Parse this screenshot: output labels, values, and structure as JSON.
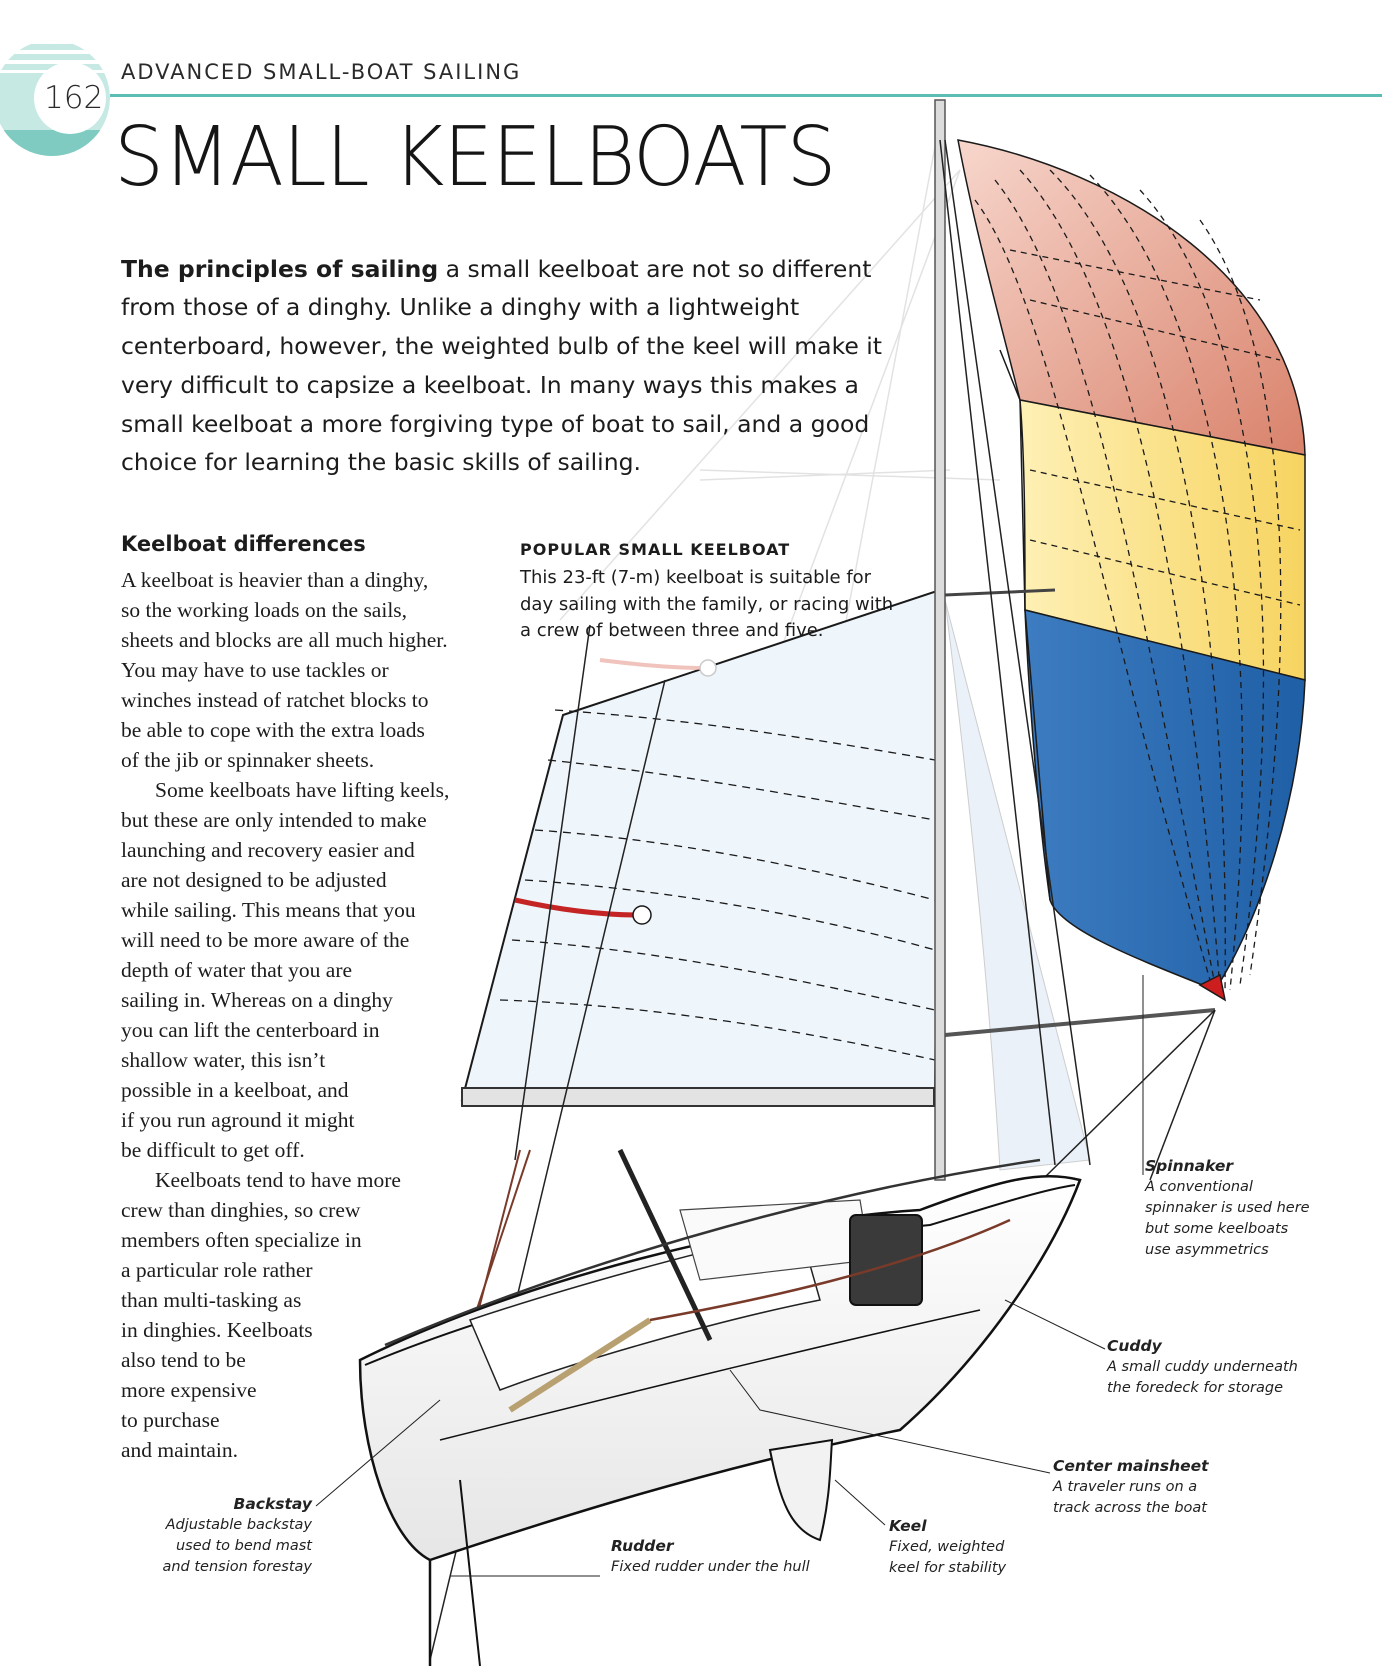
{
  "header": {
    "page_number": "162",
    "section": "ADVANCED SMALL-BOAT SAILING",
    "accent_color": "#5bbdb3"
  },
  "title": "SMALL KEELBOATS",
  "intro": {
    "lead": "The principles of sailing",
    "text": " a small keelboat are not so different from those of a dinghy. Unlike a dinghy with a lightweight centerboard, however, the weighted bulb of the keel will make it very difficult to capsize a keelboat. In many ways this makes a small keelboat a more forgiving type of boat to sail, and a good choice for learning the basic skills of sailing."
  },
  "sidebar": {
    "heading": "Keelboat differences",
    "lines": [
      "A keelboat is heavier than a dinghy,",
      "so the working loads on the sails,",
      "sheets and blocks are all much higher.",
      "You may have to use tackles or",
      "winches instead of ratchet blocks to",
      "be able to cope with the extra loads",
      "of the jib or spinnaker sheets.",
      "Some keelboats have lifting keels,",
      "but these are only intended to make",
      "launching and recovery easier and",
      "are not designed to be adjusted",
      "while sailing. This means that you",
      "will need to be more aware of the",
      "depth of water that you are",
      "sailing in. Whereas on a dinghy",
      "you can lift the centerboard in",
      "shallow water, this isn’t",
      "possible in a keelboat, and",
      "if you run aground it might",
      "be difficult to get off.",
      "Keelboats tend to have more",
      "crew than dinghies, so crew",
      "members often specialize in",
      "a particular role rather",
      "than multi-tasking as",
      "in dinghies. Keelboats",
      "also tend to be",
      "more expensive",
      "to purchase",
      "and maintain."
    ]
  },
  "figure": {
    "heading": "POPULAR SMALL KEELBOAT",
    "caption": "This 23-ft (7-m) keelboat is suitable for day sailing with the family, or racing with a crew of between three and five.",
    "colors": {
      "spinnaker_red": "#e09480",
      "spinnaker_yellow": "#fbdc6e",
      "spinnaker_blue": "#2f6fb5"
    },
    "labels": {
      "spinnaker": {
        "title": "Spinnaker",
        "desc": [
          "A conventional",
          "spinnaker is used here",
          "but some keelboats",
          "use asymmetrics"
        ]
      },
      "cuddy": {
        "title": "Cuddy",
        "desc": [
          "A small cuddy underneath",
          "the foredeck for storage"
        ]
      },
      "center_mainsheet": {
        "title": "Center mainsheet",
        "desc": [
          "A traveler runs on a",
          "track across the boat"
        ]
      },
      "keel": {
        "title": "Keel",
        "desc": [
          "Fixed, weighted",
          "keel for stability"
        ]
      },
      "rudder": {
        "title": "Rudder",
        "desc": [
          "Fixed rudder under the hull"
        ]
      },
      "backstay": {
        "title": "Backstay",
        "desc": [
          "Adjustable backstay",
          "used to bend mast",
          "and tension forestay"
        ]
      }
    }
  }
}
